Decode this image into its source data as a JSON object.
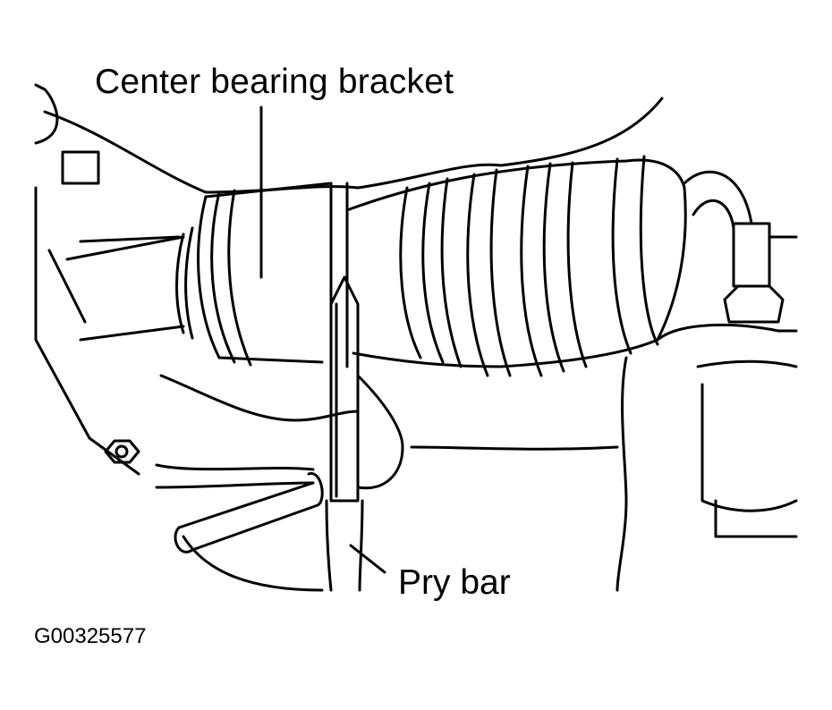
{
  "labels": {
    "center_bearing_bracket": "Center bearing bracket",
    "pry_bar": "Pry bar",
    "figure_code": "G00325577"
  },
  "colors": {
    "ink": "#000000",
    "paper": "#ffffff"
  }
}
